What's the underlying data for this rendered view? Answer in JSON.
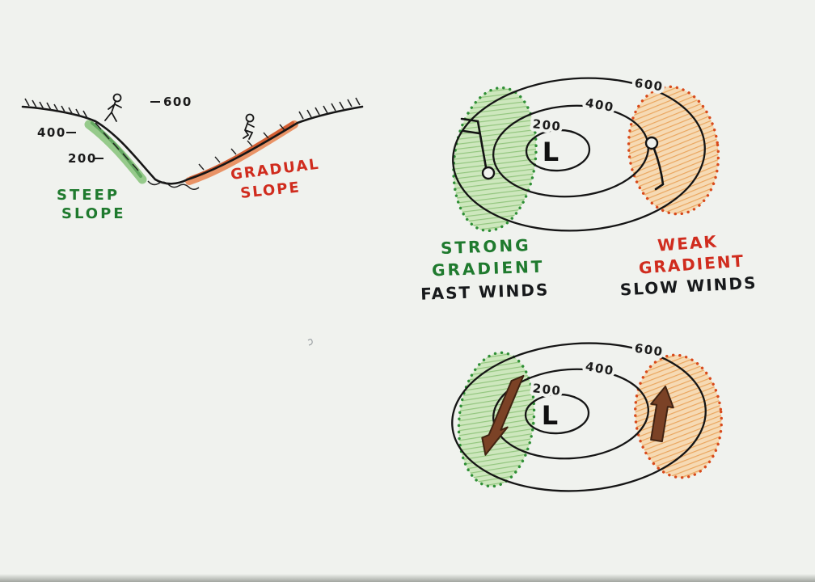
{
  "colors": {
    "green": "#1f7a2e",
    "red": "#d02c1e",
    "orange": "#e8963f",
    "brown": "#7b4226",
    "ink": "#1a1a1a",
    "paper": "#f0f2ee"
  },
  "slope": {
    "elev_high": "600",
    "elev_mid": "400",
    "elev_low": "200",
    "steep_line1": "STEEP",
    "steep_line2": "SLOPE",
    "gradual_line1": "GRADUAL",
    "gradual_line2": "SLOPE"
  },
  "map_top": {
    "contour_600": "600",
    "contour_400": "400",
    "contour_200": "200",
    "low": "L"
  },
  "map_bottom": {
    "contour_600": "600",
    "contour_400": "400",
    "contour_200": "200",
    "low": "L"
  },
  "captions": {
    "strong_line1": "STRONG",
    "strong_line2": "GRADIENT",
    "strong_line3": "FAST WINDS",
    "weak_line1": "WEAK",
    "weak_line2": "GRADIENT",
    "weak_line3": "SLOW WINDS"
  }
}
